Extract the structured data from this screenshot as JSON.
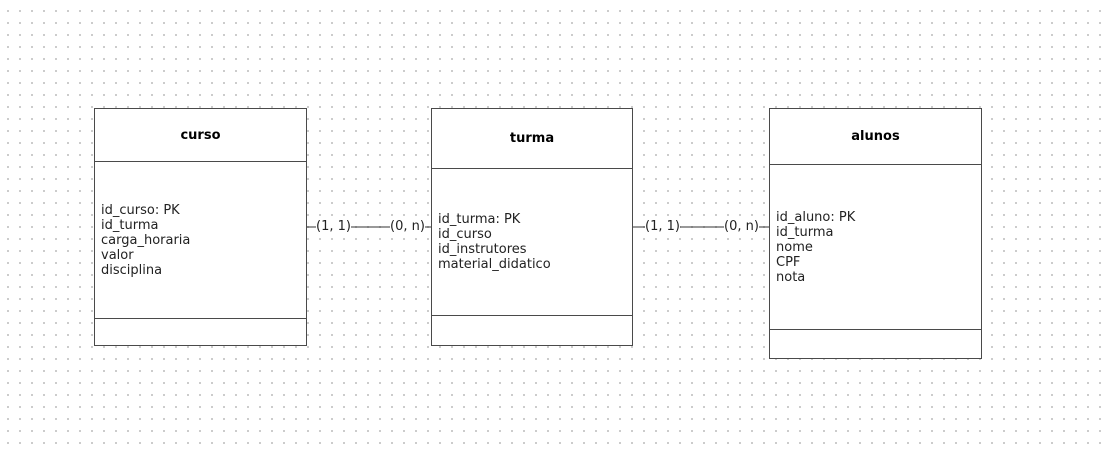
{
  "entities": [
    {
      "title": "curso",
      "attributes": [
        "id_curso: PK",
        "id_turma",
        "carga_horaria",
        "valor",
        "disciplina"
      ]
    },
    {
      "title": "turma",
      "attributes": [
        "id_turma: PK",
        "id_curso",
        "id_instrutores",
        "material_didatico"
      ]
    },
    {
      "title": "alunos",
      "attributes": [
        "id_aluno: PK",
        "id_turma",
        "nome",
        "CPF",
        "nota"
      ]
    }
  ],
  "relationships": [
    {
      "from": "curso",
      "to": "turma",
      "from_cardinality": "(1, 1)",
      "to_cardinality": "(0, n)"
    },
    {
      "from": "turma",
      "to": "alunos",
      "from_cardinality": "(1, 1)",
      "to_cardinality": "(0, n)"
    }
  ],
  "colors": {
    "border": "#4a4a4a",
    "grid_dot": "#c8c8c8",
    "background": "#ffffff"
  }
}
